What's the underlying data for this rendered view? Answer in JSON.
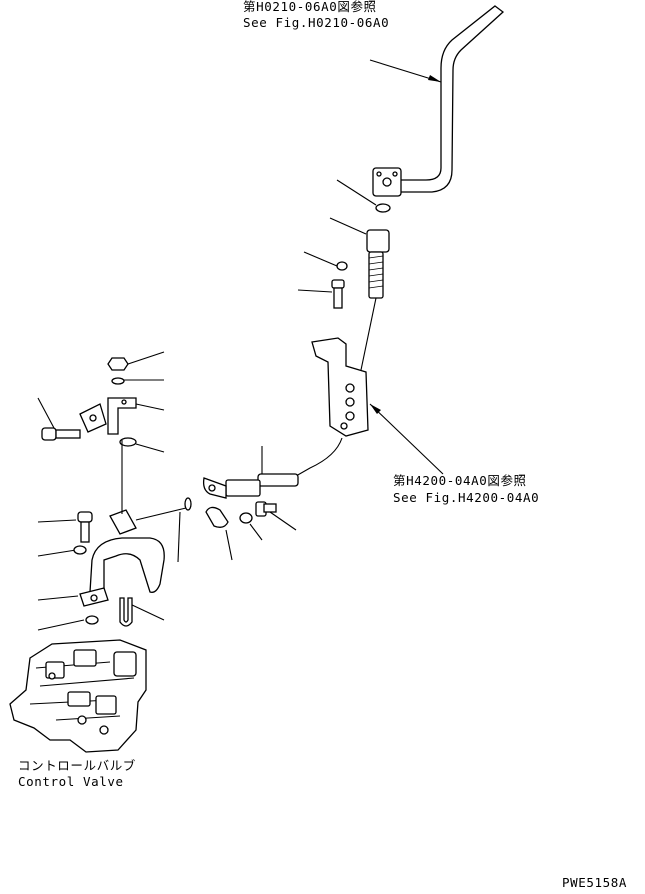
{
  "references": {
    "top": {
      "jp": "第H0210-06A0図参照",
      "en": "See Fig.H0210-06A0"
    },
    "right": {
      "jp": "第H4200-04A0図参照",
      "en": "See Fig.H4200-04A0"
    }
  },
  "control_valve": {
    "jp": "コントロールバルブ",
    "en": "Control Valve"
  },
  "drawing_number": "PWE5158A"
}
